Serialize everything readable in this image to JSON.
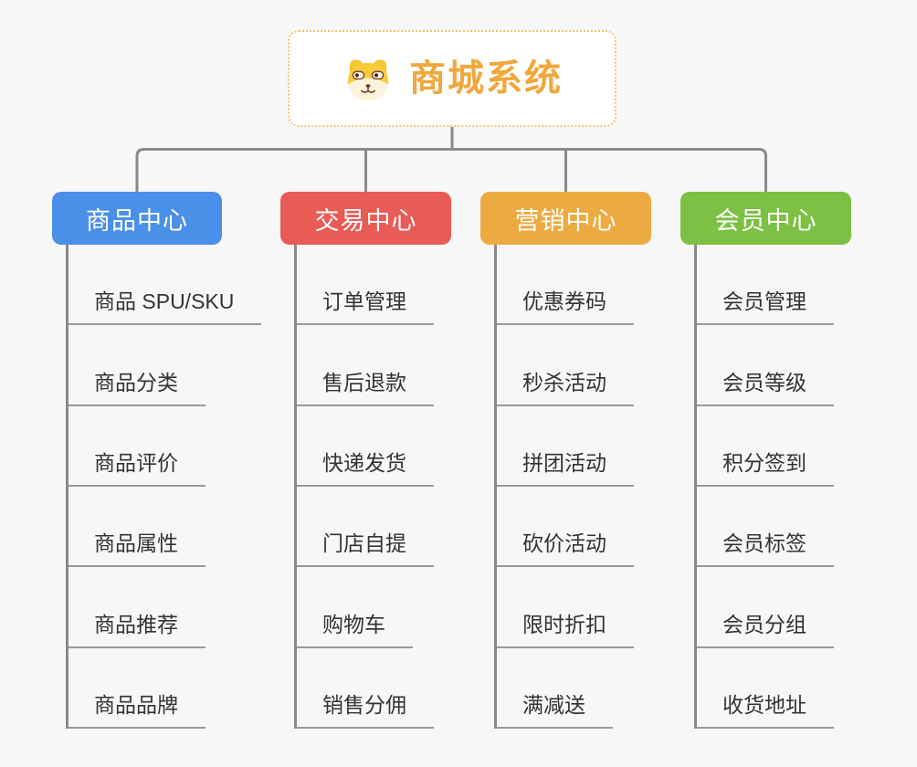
{
  "page": {
    "background_color": "#F7F7F7"
  },
  "root": {
    "title": "商城系统",
    "icon": "dog-face-icon",
    "text_color": "#F0A83C",
    "border_color": "#F5C36B",
    "background_color": "#FFFFFF"
  },
  "branches": [
    {
      "label": "商品中心",
      "color": "#4B90E8",
      "children": [
        "商品 SPU/SKU",
        "商品分类",
        "商品评价",
        "商品属性",
        "商品推荐",
        "商品品牌"
      ]
    },
    {
      "label": "交易中心",
      "color": "#E95B55",
      "children": [
        "订单管理",
        "售后退款",
        "快递发货",
        "门店自提",
        "购物车",
        "销售分佣"
      ]
    },
    {
      "label": "营销中心",
      "color": "#ECAB41",
      "children": [
        "优惠券码",
        "秒杀活动",
        "拼团活动",
        "砍价活动",
        "限时折扣",
        "满减送"
      ]
    },
    {
      "label": "会员中心",
      "color": "#7CC044",
      "children": [
        "会员管理",
        "会员等级",
        "积分签到",
        "会员标签",
        "会员分组",
        "收货地址"
      ]
    }
  ],
  "styles": {
    "connector_color": "#8A8A8A",
    "leaf_underline_color": "#999999",
    "leaf_text_color": "#333333"
  }
}
